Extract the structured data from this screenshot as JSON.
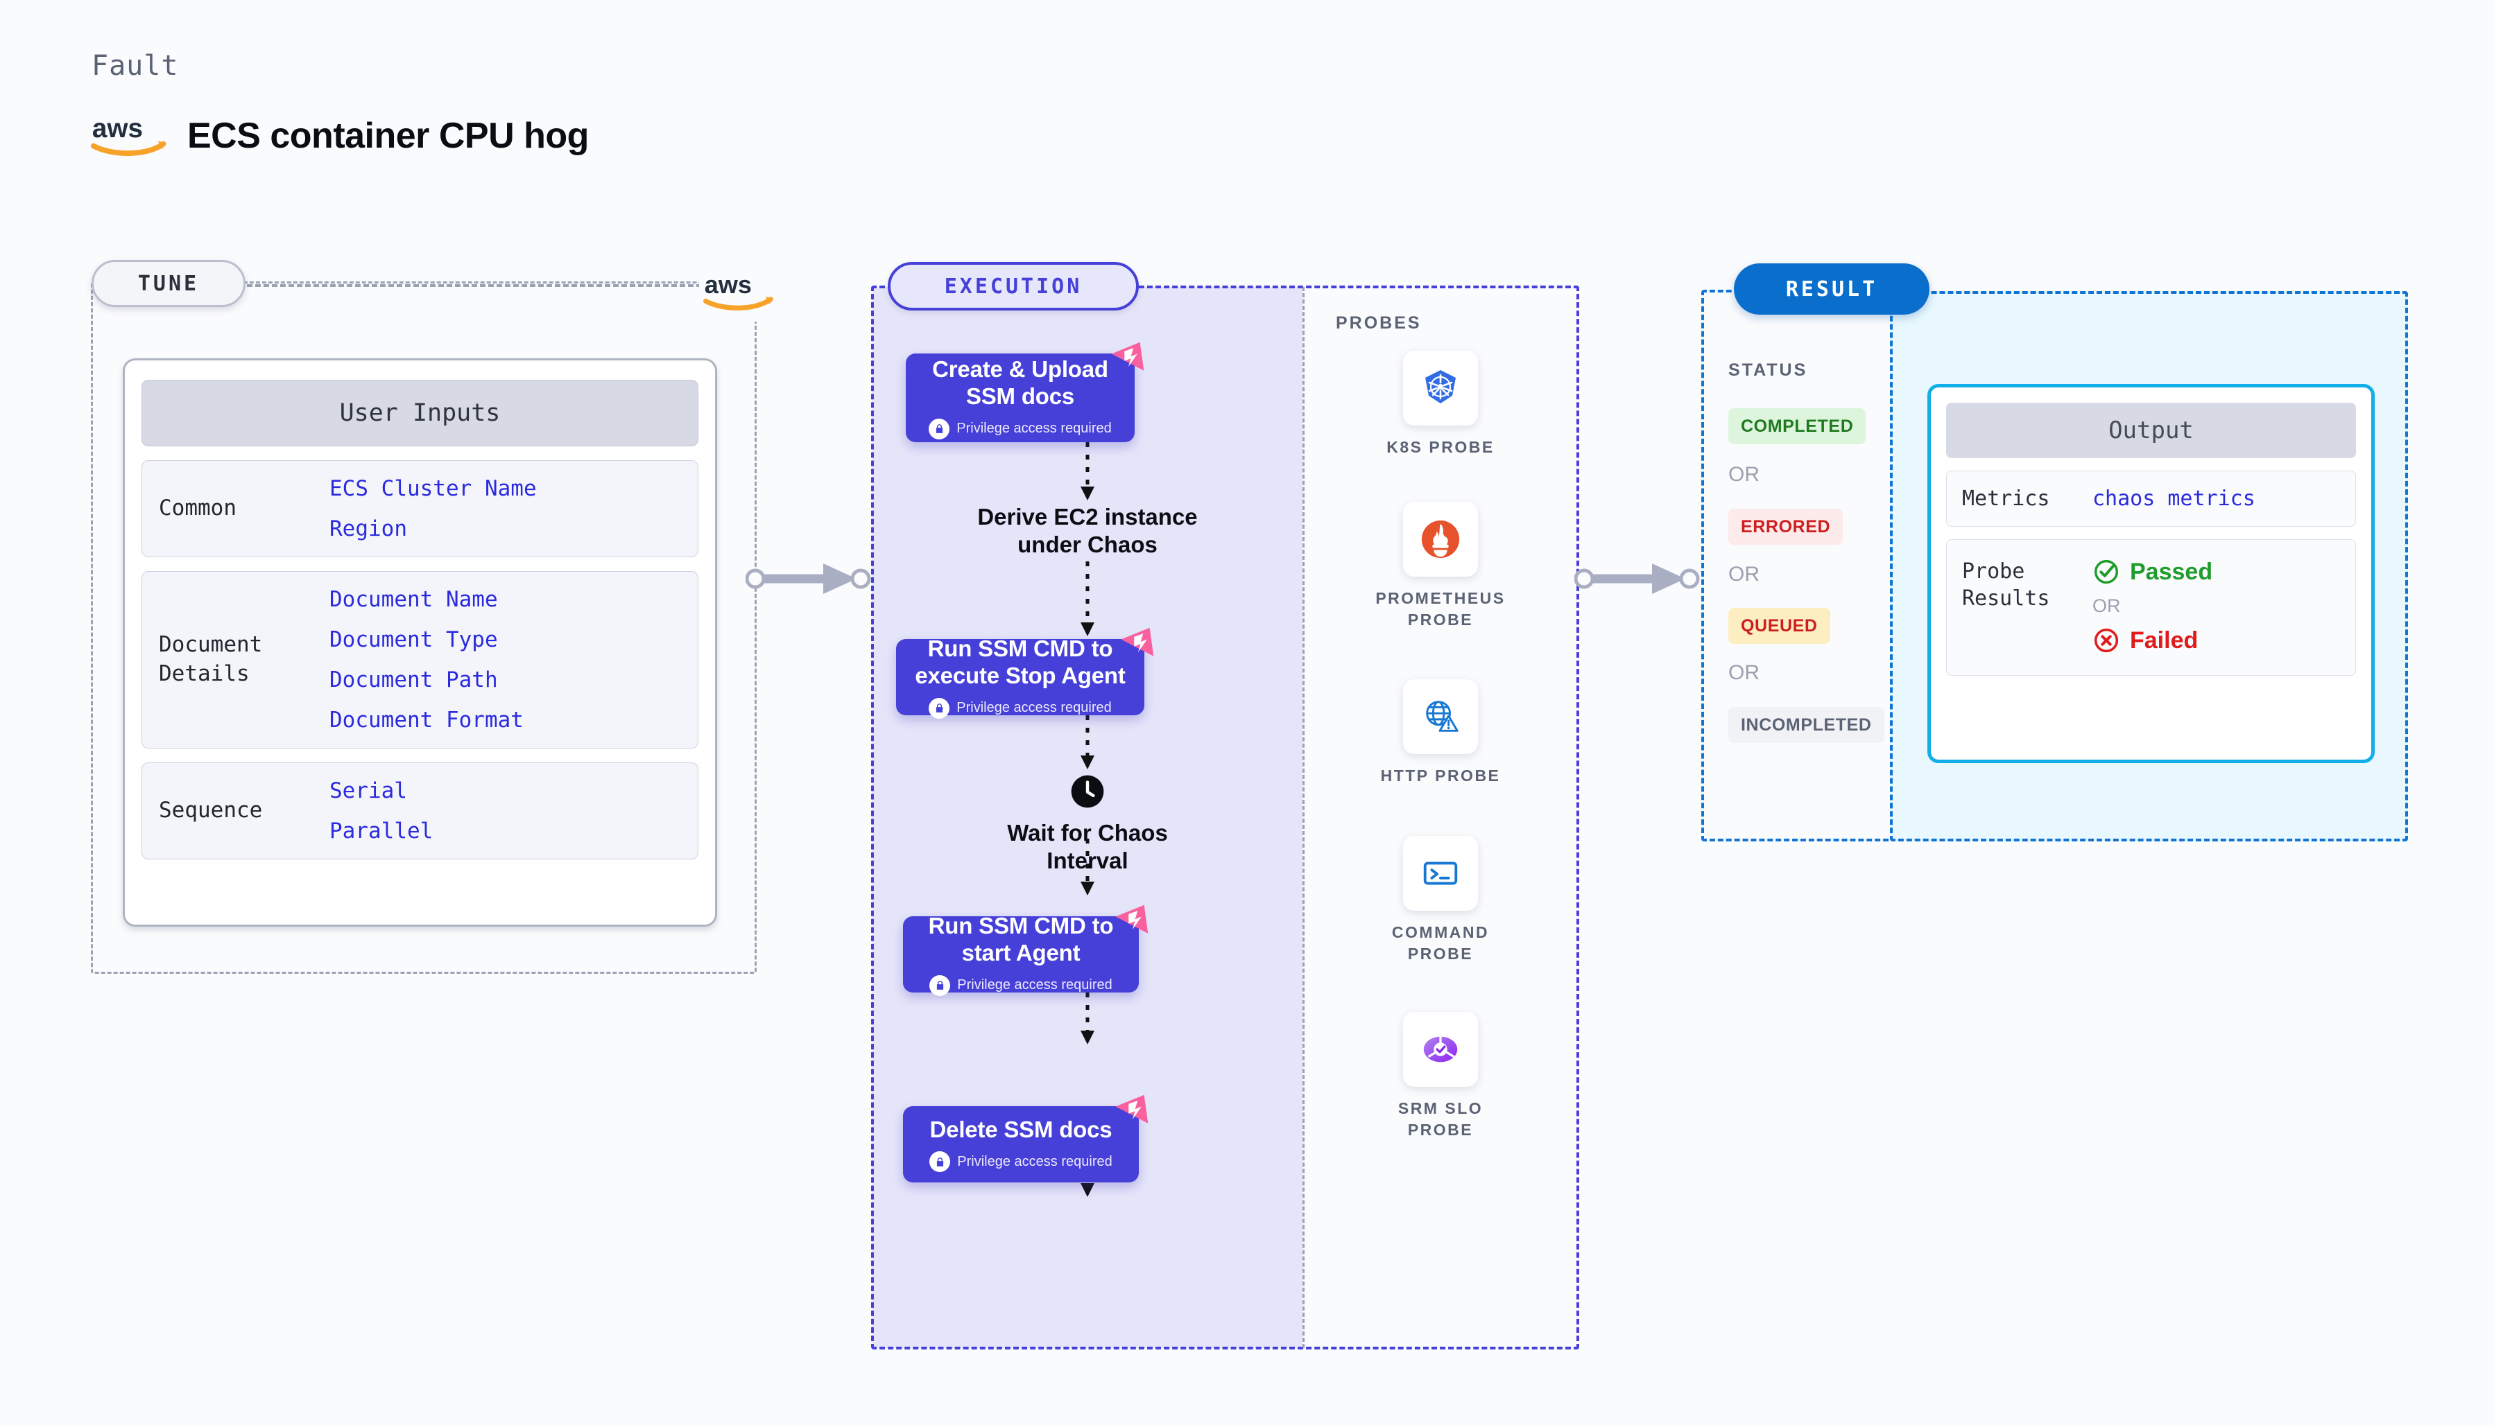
{
  "header": {
    "eyebrow": "Fault",
    "title": "ECS container CPU hog",
    "logo_icon": "aws-logo"
  },
  "tune": {
    "badge": "TUNE",
    "provider_logo_icon": "aws-logo",
    "card_title": "User Inputs",
    "groups": [
      {
        "label": "Common",
        "values": [
          "ECS Cluster Name",
          "Region"
        ]
      },
      {
        "label": "Document\nDetails",
        "values": [
          "Document Name",
          "Document Type",
          "Document Path",
          "Document Format"
        ]
      },
      {
        "label": "Sequence",
        "values": [
          "Serial",
          "Parallel"
        ]
      }
    ]
  },
  "execution": {
    "badge": "EXECUTION",
    "privilege_note": "Privilege access required",
    "steps": [
      {
        "type": "node",
        "title": "Create & Upload\nSSM docs",
        "privileged": true,
        "fault_badge": true
      },
      {
        "type": "plain",
        "title": "Derive EC2 instance\nunder Chaos",
        "icon": null
      },
      {
        "type": "node",
        "title": "Run SSM CMD to\nexecute Stop Agent",
        "privileged": true,
        "fault_badge": true
      },
      {
        "type": "plain",
        "title": "Wait for Chaos\nInterval",
        "icon": "clock-icon"
      },
      {
        "type": "node",
        "title": "Run SSM CMD to\nstart Agent",
        "privileged": true,
        "fault_badge": true
      },
      {
        "type": "node",
        "title": "Delete SSM docs",
        "privileged": true,
        "fault_badge": true
      }
    ]
  },
  "probes": {
    "title": "PROBES",
    "items": [
      {
        "label": "K8S PROBE",
        "icon": "kubernetes-icon"
      },
      {
        "label": "PROMETHEUS\nPROBE",
        "icon": "prometheus-icon"
      },
      {
        "label": "HTTP PROBE",
        "icon": "http-globe-icon"
      },
      {
        "label": "COMMAND\nPROBE",
        "icon": "terminal-icon"
      },
      {
        "label": "SRM SLO\nPROBE",
        "icon": "srm-slo-icon"
      }
    ]
  },
  "result": {
    "badge": "RESULT",
    "status_title": "STATUS",
    "or_label": "OR",
    "statuses": [
      {
        "label": "COMPLETED",
        "color": "#1f7a1f",
        "bg": "#dcf5dc"
      },
      {
        "label": "ERRORED",
        "color": "#cc1f1f",
        "bg": "#fdeaea"
      },
      {
        "label": "QUEUED",
        "color": "#cc1f1f",
        "bg": "#fdeec2"
      },
      {
        "label": "INCOMPLETED",
        "color": "#5a6274",
        "bg": "#f1f2f6"
      }
    ]
  },
  "output": {
    "title": "Output",
    "metrics_label": "Metrics",
    "metrics_value": "chaos metrics",
    "probe_results_label": "Probe\nResults",
    "passed_label": "Passed",
    "failed_label": "Failed",
    "or_label": "OR",
    "passed_color": "#1f9d2b",
    "failed_color": "#e01b1b"
  },
  "colors": {
    "accent_purple": "#4640d8",
    "accent_blue": "#1173d4",
    "fault_pink": "#f9609e",
    "aws_orange": "#f7a32a"
  }
}
